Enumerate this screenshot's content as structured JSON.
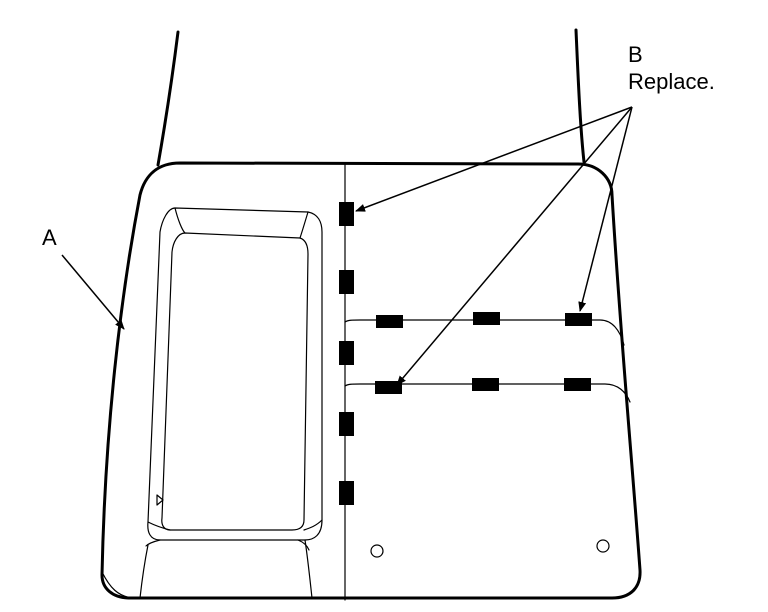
{
  "labels": {
    "a": "A",
    "b_letter": "B",
    "b_text": "Replace."
  },
  "colors": {
    "line": "#000000",
    "background": "#ffffff"
  }
}
